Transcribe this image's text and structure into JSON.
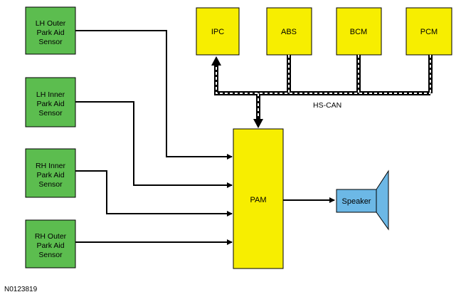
{
  "sensors": [
    {
      "lines": [
        "LH Outer",
        "Park Aid",
        "Sensor"
      ]
    },
    {
      "lines": [
        "LH Inner",
        "Park Aid",
        "Sensor"
      ]
    },
    {
      "lines": [
        "RH Inner",
        "Park Aid",
        "Sensor"
      ]
    },
    {
      "lines": [
        "RH Outer",
        "Park Aid",
        "Sensor"
      ]
    }
  ],
  "modules": [
    "IPC",
    "ABS",
    "BCM",
    "PCM"
  ],
  "pam_label": "PAM",
  "bus_label": "HS-CAN",
  "speaker_label": "Speaker",
  "reference_id": "N0123819",
  "colors": {
    "sensor_fill": "#5cbd4f",
    "module_fill": "#f7ee00",
    "speaker_fill": "#6cb8e6",
    "line": "#000000",
    "bus_dash": "#ffffff"
  }
}
